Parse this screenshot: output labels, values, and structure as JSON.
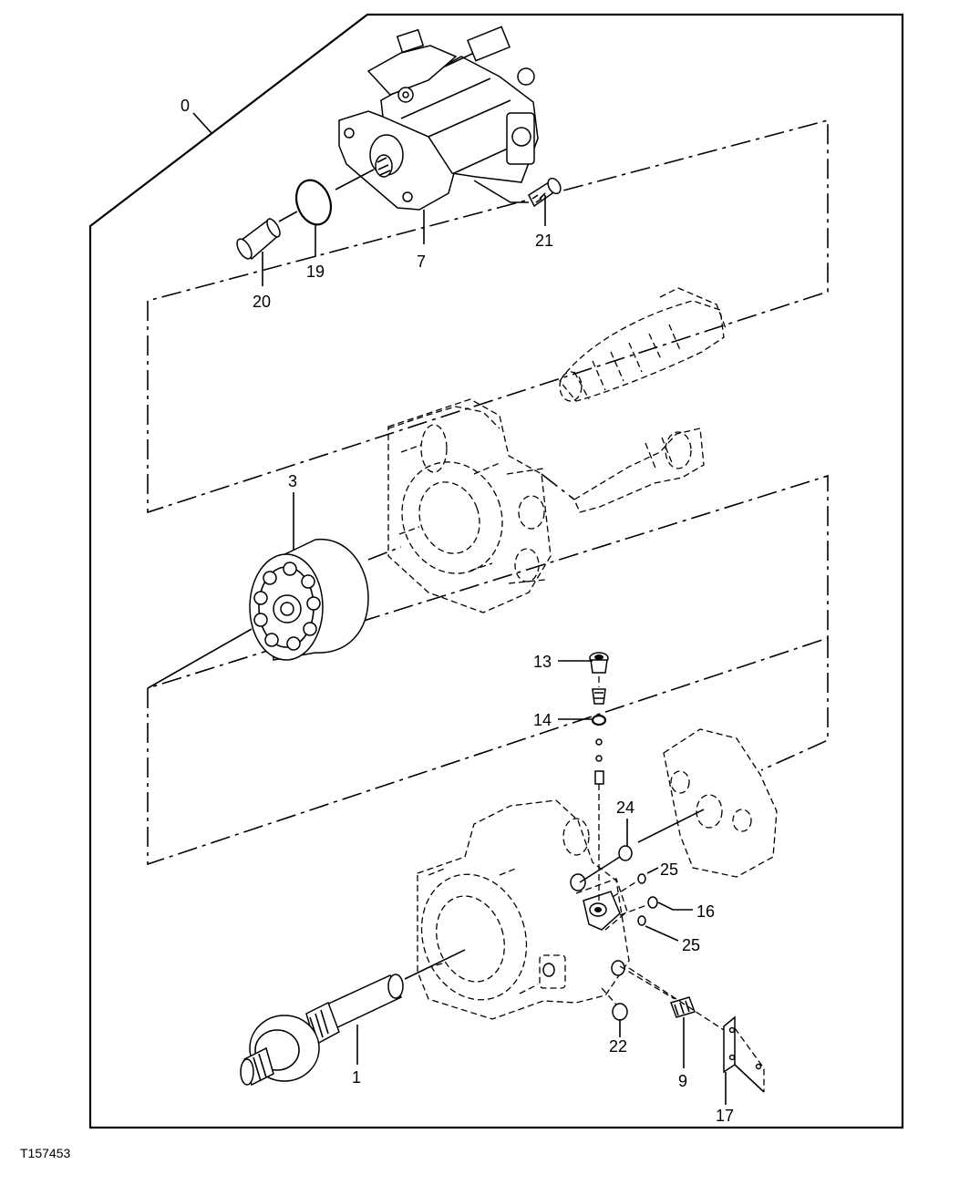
{
  "figure_id": "T157453",
  "callouts": {
    "c0": "0",
    "c1": "1",
    "c3": "3",
    "c7": "7",
    "c9": "9",
    "c13": "13",
    "c14": "14",
    "c16": "16",
    "c17": "17",
    "c19": "19",
    "c20": "20",
    "c21": "21",
    "c22": "22",
    "c24": "24",
    "c25a": "25",
    "c25b": "25"
  }
}
